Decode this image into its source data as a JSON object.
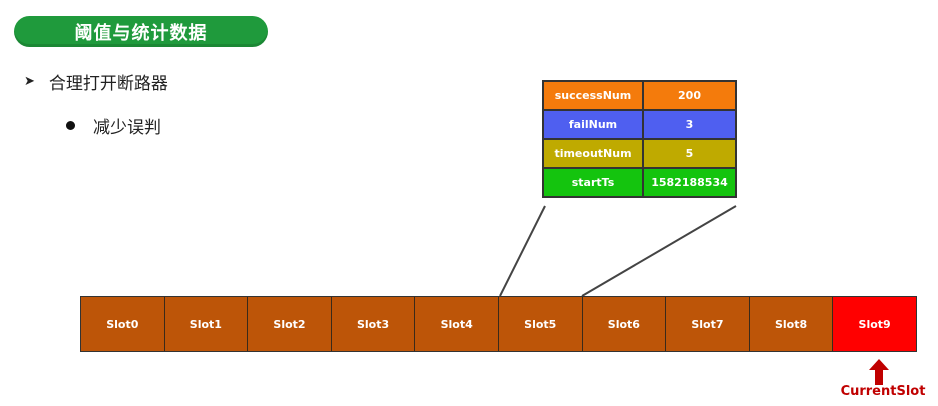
{
  "header": {
    "title": "阈值与统计数据"
  },
  "bullets": [
    {
      "text": "合理打开断路器"
    },
    {
      "text": "减少误判"
    }
  ],
  "stats": {
    "rows": [
      {
        "key": "successNum",
        "value": "200",
        "color": "#f47b0c"
      },
      {
        "key": "failNum",
        "value": "3",
        "color": "#4f5ff0"
      },
      {
        "key": "timeoutNum",
        "value": "5",
        "color": "#bfaa00"
      },
      {
        "key": "startTs",
        "value": "1582188534",
        "color": "#14c40e"
      }
    ]
  },
  "slots": {
    "items": [
      "Slot0",
      "Slot1",
      "Slot2",
      "Slot3",
      "Slot4",
      "Slot5",
      "Slot6",
      "Slot7",
      "Slot8",
      "Slot9"
    ],
    "detail_index": 5,
    "current_index": 9,
    "slot_color": "#bd5508",
    "current_color": "#ff0000"
  },
  "pointer": {
    "label": "CurrentSlot",
    "color": "#c00000"
  }
}
